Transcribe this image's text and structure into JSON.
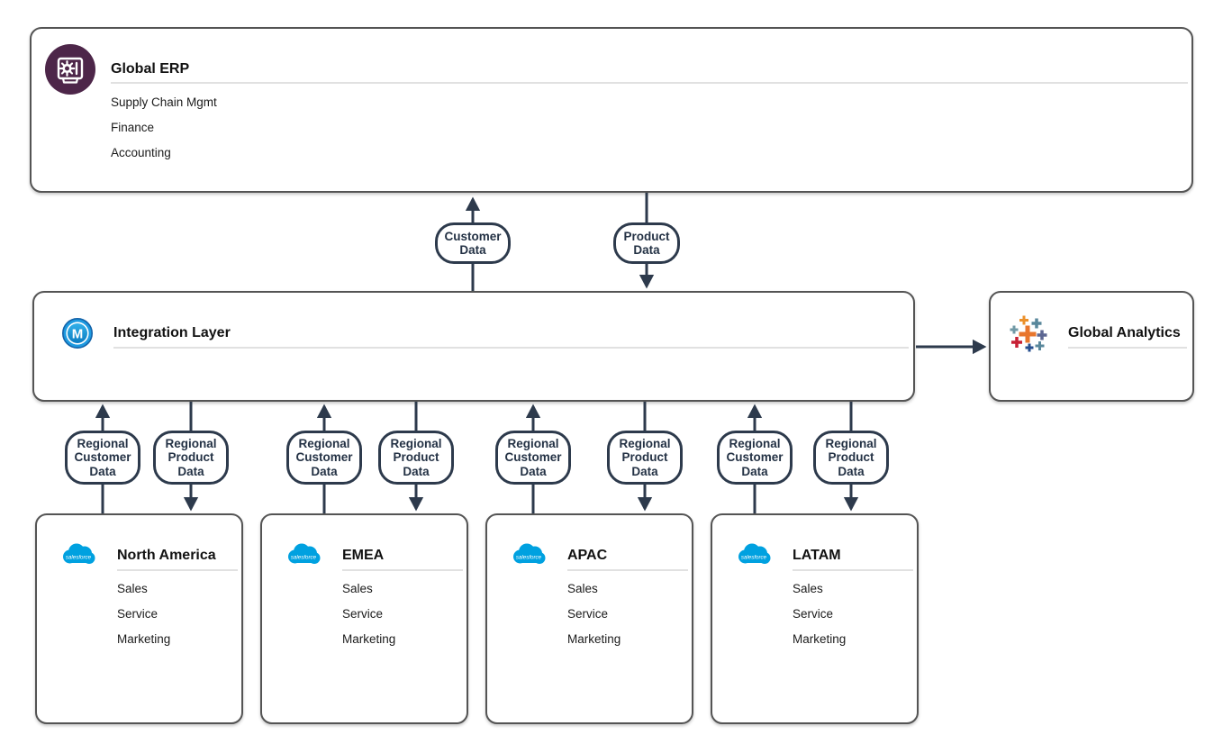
{
  "erp": {
    "title": "Global ERP",
    "items": [
      "Supply Chain Mgmt",
      "Finance",
      "Accounting"
    ]
  },
  "integration": {
    "title": "Integration Layer"
  },
  "analytics": {
    "title": "Global Analytics"
  },
  "regions": [
    {
      "name": "North America",
      "items": [
        "Sales",
        "Service",
        "Marketing"
      ]
    },
    {
      "name": "EMEA",
      "items": [
        "Sales",
        "Service",
        "Marketing"
      ]
    },
    {
      "name": "APAC",
      "items": [
        "Sales",
        "Service",
        "Marketing"
      ]
    },
    {
      "name": "LATAM",
      "items": [
        "Sales",
        "Service",
        "Marketing"
      ]
    }
  ],
  "connectors": {
    "erp_integration": [
      {
        "label": "Customer Data",
        "direction": "up"
      },
      {
        "label": "Product Data",
        "direction": "down"
      }
    ],
    "integration_analytics": {
      "direction": "right"
    },
    "integration_regions": [
      {
        "region": "North America",
        "label": "Regional Customer Data",
        "direction": "up"
      },
      {
        "region": "North America",
        "label": "Regional Product Data",
        "direction": "down"
      },
      {
        "region": "EMEA",
        "label": "Regional Customer Data",
        "direction": "up"
      },
      {
        "region": "EMEA",
        "label": "Regional Product Data",
        "direction": "down"
      },
      {
        "region": "APAC",
        "label": "Regional Customer Data",
        "direction": "up"
      },
      {
        "region": "APAC",
        "label": "Regional Product Data",
        "direction": "down"
      },
      {
        "region": "LATAM",
        "label": "Regional Customer Data",
        "direction": "up"
      },
      {
        "region": "LATAM",
        "label": "Regional Product Data",
        "direction": "down"
      }
    ]
  },
  "icons": {
    "erp": "erp-system-icon",
    "integration": "mulesoft-logo",
    "analytics": "tableau-logo",
    "regions": "salesforce-logo",
    "salesforce_wordmark": "salesforce"
  },
  "colors": {
    "connector": "#2d3a4c",
    "box_border": "#545454",
    "divider": "#e1e1e1",
    "erp_icon_purple": "#4d2649",
    "mulesoft_blue": "#1e9ae0",
    "salesforce_blue": "#00A1E0",
    "tableau_orange": "#E8762D"
  }
}
